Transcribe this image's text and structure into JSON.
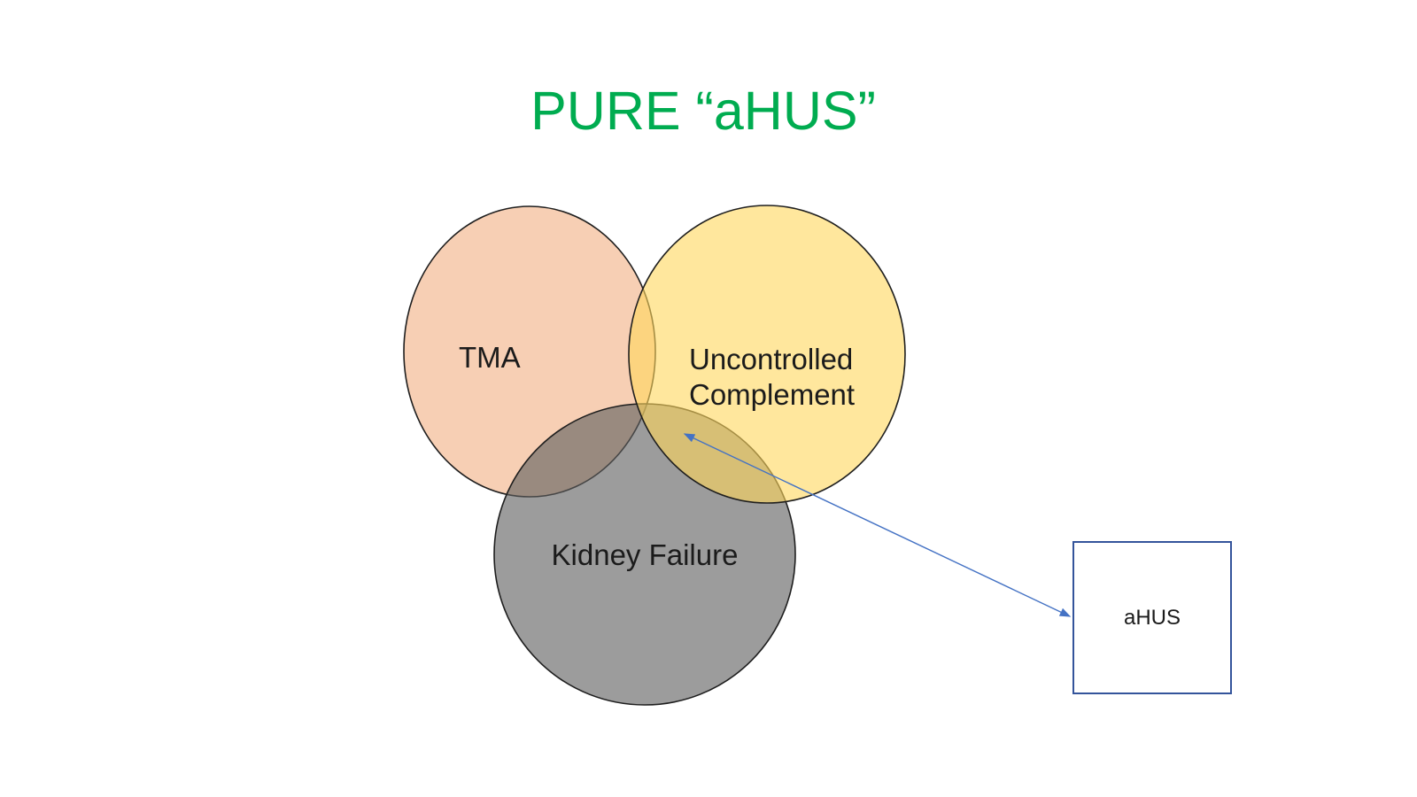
{
  "slide": {
    "title": "PURE “aHUS”"
  },
  "venn": {
    "circles": [
      {
        "name": "tma",
        "label": "TMA",
        "fill": "#EF9F69",
        "fill_over_white": "#F7D1B8"
      },
      {
        "name": "uncontrolled-complement",
        "label": "Uncontrolled Complement",
        "line1": "Uncontrolled",
        "line2": "Complement",
        "fill": "#FFD75C",
        "fill_over_white": "#FFE79D"
      },
      {
        "name": "kidney-failure",
        "label": "Kidney Failure",
        "fill": "#606060",
        "fill_over_white": "#9E9E9E"
      }
    ]
  },
  "callout": {
    "label": "aHUS",
    "border_color": "#34549B",
    "arrow_color": "#4472C4"
  },
  "theme": {
    "title_color": "#00AC50",
    "label_color": "#1b1b1b",
    "outline_color": "#1e1e1e",
    "background": "#FFFFFF"
  }
}
